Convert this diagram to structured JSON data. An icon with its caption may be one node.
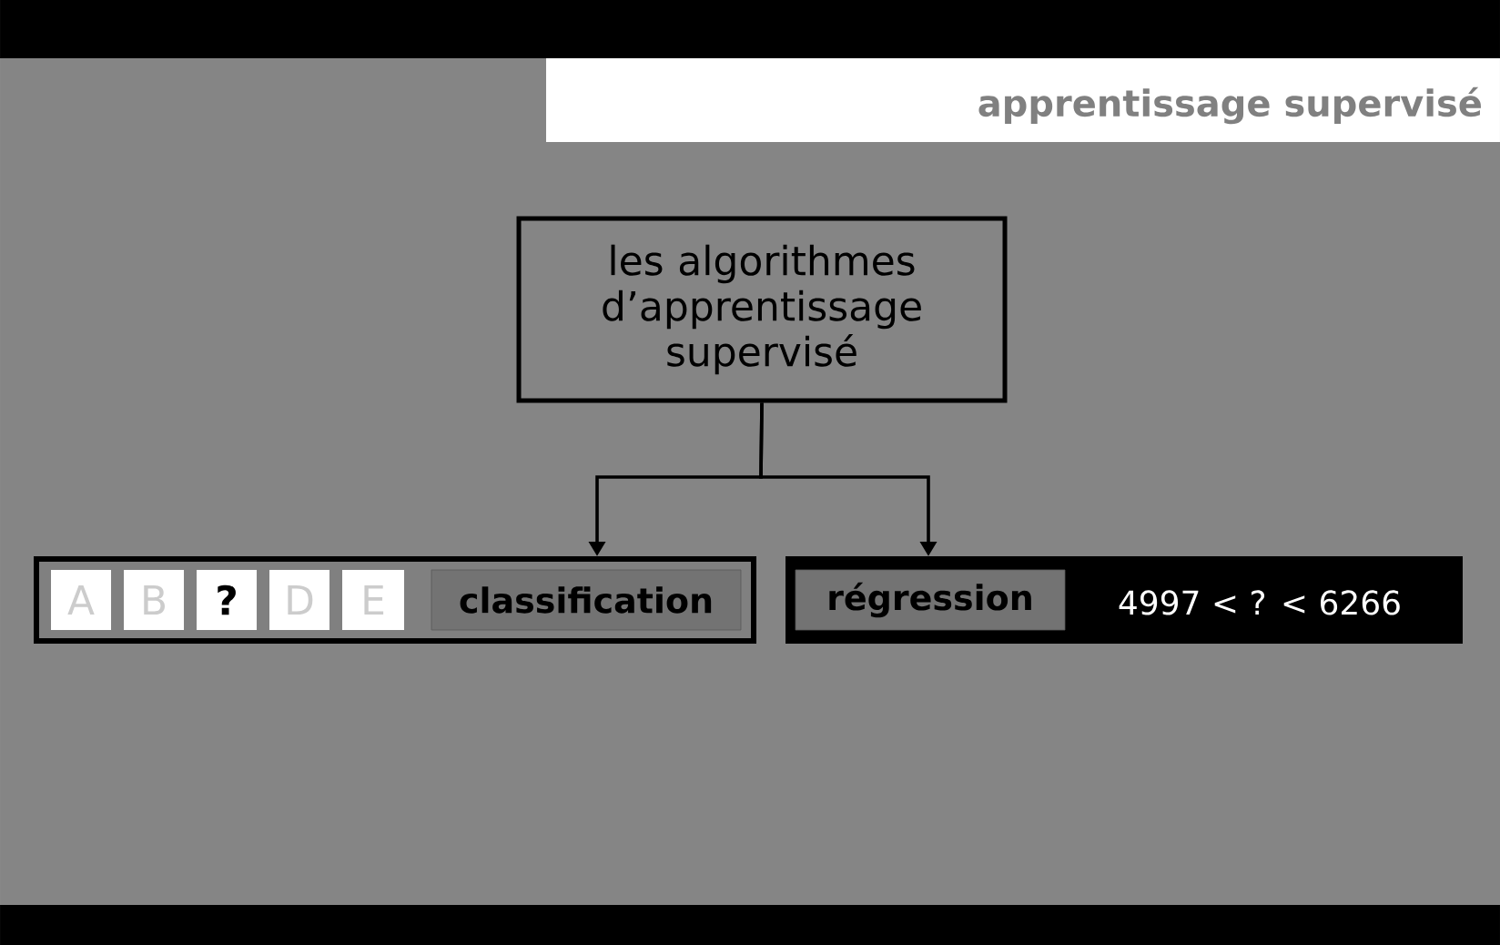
{
  "diagram": {
    "title": "apprentissage supervisé",
    "nodes": [
      {
        "text": [
          "les algorithmes d’apprentissage supervisé"
        ]
      },
      {
        "text": [
          "classification"
        ]
      },
      {
        "text": [
          "régression",
          "4997 < ? < 6266"
        ]
      },
      {
        "text": [
          "A"
        ],
        "in": 1
      },
      {
        "text": [
          "B"
        ],
        "in": 1
      },
      {
        "text": [
          "?"
        ],
        "in": 1
      },
      {
        "text": [
          "D"
        ],
        "in": 1
      },
      {
        "text": [
          "E"
        ],
        "in": 1
      }
    ],
    "edges": [
      {
        "from": 0,
        "to": 1,
        "arrow": "to"
      },
      {
        "from": 0,
        "to": 2,
        "arrow": "to"
      }
    ]
  }
}
